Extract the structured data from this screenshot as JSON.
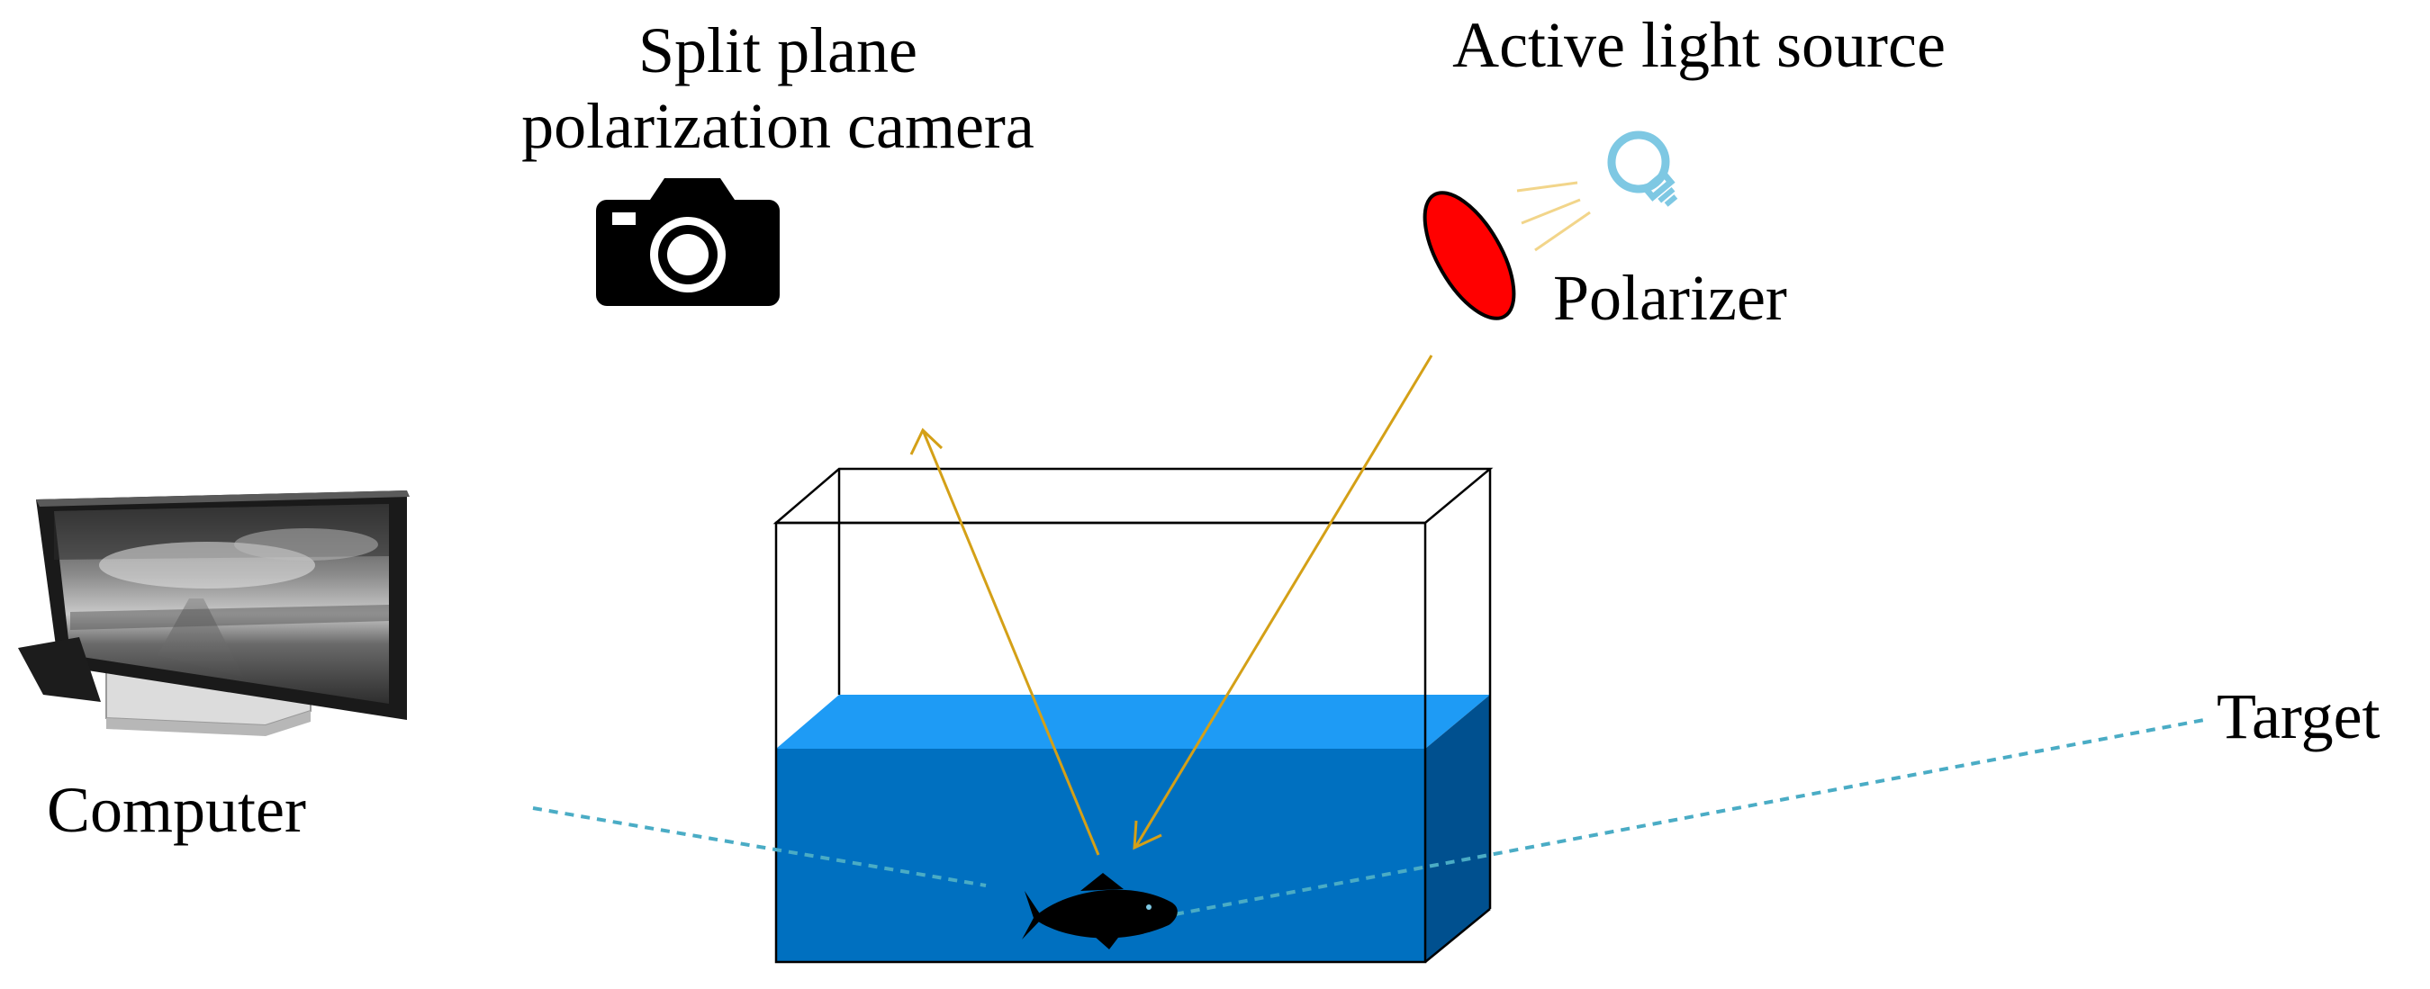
{
  "labels": {
    "camera_line1": "Split plane",
    "camera_line2": "polarization camera",
    "light_source": "Active light source",
    "polarizer": "Polarizer",
    "computer": "Computer",
    "target": "Target"
  },
  "colors": {
    "water_top": "#1E9BF5",
    "water_front": "#0070C0",
    "water_side": "#00508F",
    "ray": "#D4A017",
    "dashed_link": "#4AACC5",
    "polarizer_fill": "#FF0000",
    "bulb": "#7EC8E3",
    "rays_light": "#F2D58A"
  },
  "icons": {
    "camera": "camera-icon",
    "bulb": "light-bulb-icon",
    "polarizer": "polarizer-ellipse",
    "fish": "fish-target-icon",
    "monitor": "computer-monitor-icon",
    "tank": "water-tank"
  }
}
